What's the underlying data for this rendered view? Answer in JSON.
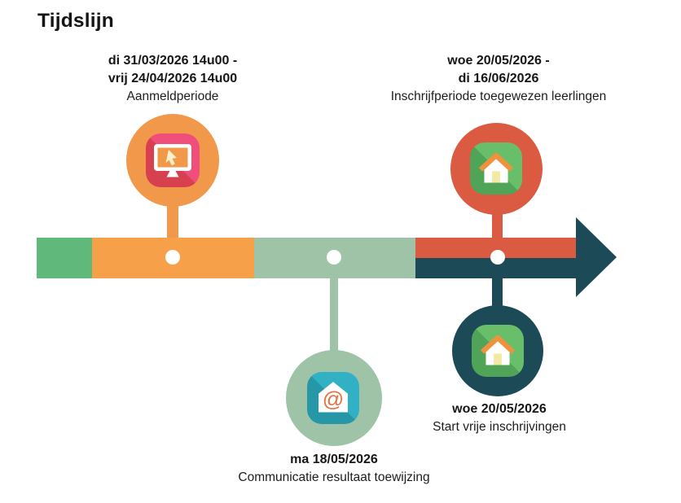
{
  "title": "Tijdslijn",
  "timeline": {
    "direction": "left-to-right",
    "segment_colors": [
      "#60B87B",
      "#F7A04A",
      "#9FC3A6",
      "#DB5A42",
      "#1C4A57"
    ],
    "arrow_color": "#1C4A57",
    "node_dot_color": "#FFFFFF"
  },
  "milestones": [
    {
      "dates": [
        "di 31/03/2026 14u00 -",
        "vrij 24/04/2026 14u00"
      ],
      "label": "Aanmeldperiode",
      "icon": "computer-click-icon",
      "circle_color": "#F1984B",
      "tile_color": "#F04E7B"
    },
    {
      "dates": [
        "woe 20/05/2026 -",
        "di 16/06/2026"
      ],
      "label": "Inschrijfperiode toegewezen leerlingen",
      "icon": "house-icon",
      "circle_color": "#DB5A42",
      "tile_color": "#68BE69"
    },
    {
      "dates": [
        "ma 18/05/2026"
      ],
      "label": "Communicatie resultaat toewijzing",
      "icon": "email-at-icon",
      "circle_color": "#9FC3A6",
      "tile_color": "#31B1C3"
    },
    {
      "dates": [
        "woe 20/05/2026"
      ],
      "label": "Start vrije inschrijvingen",
      "icon": "house-icon",
      "circle_color": "#1C4A57",
      "tile_color": "#68BE69"
    }
  ],
  "glyphs": {
    "at_symbol": "@"
  }
}
